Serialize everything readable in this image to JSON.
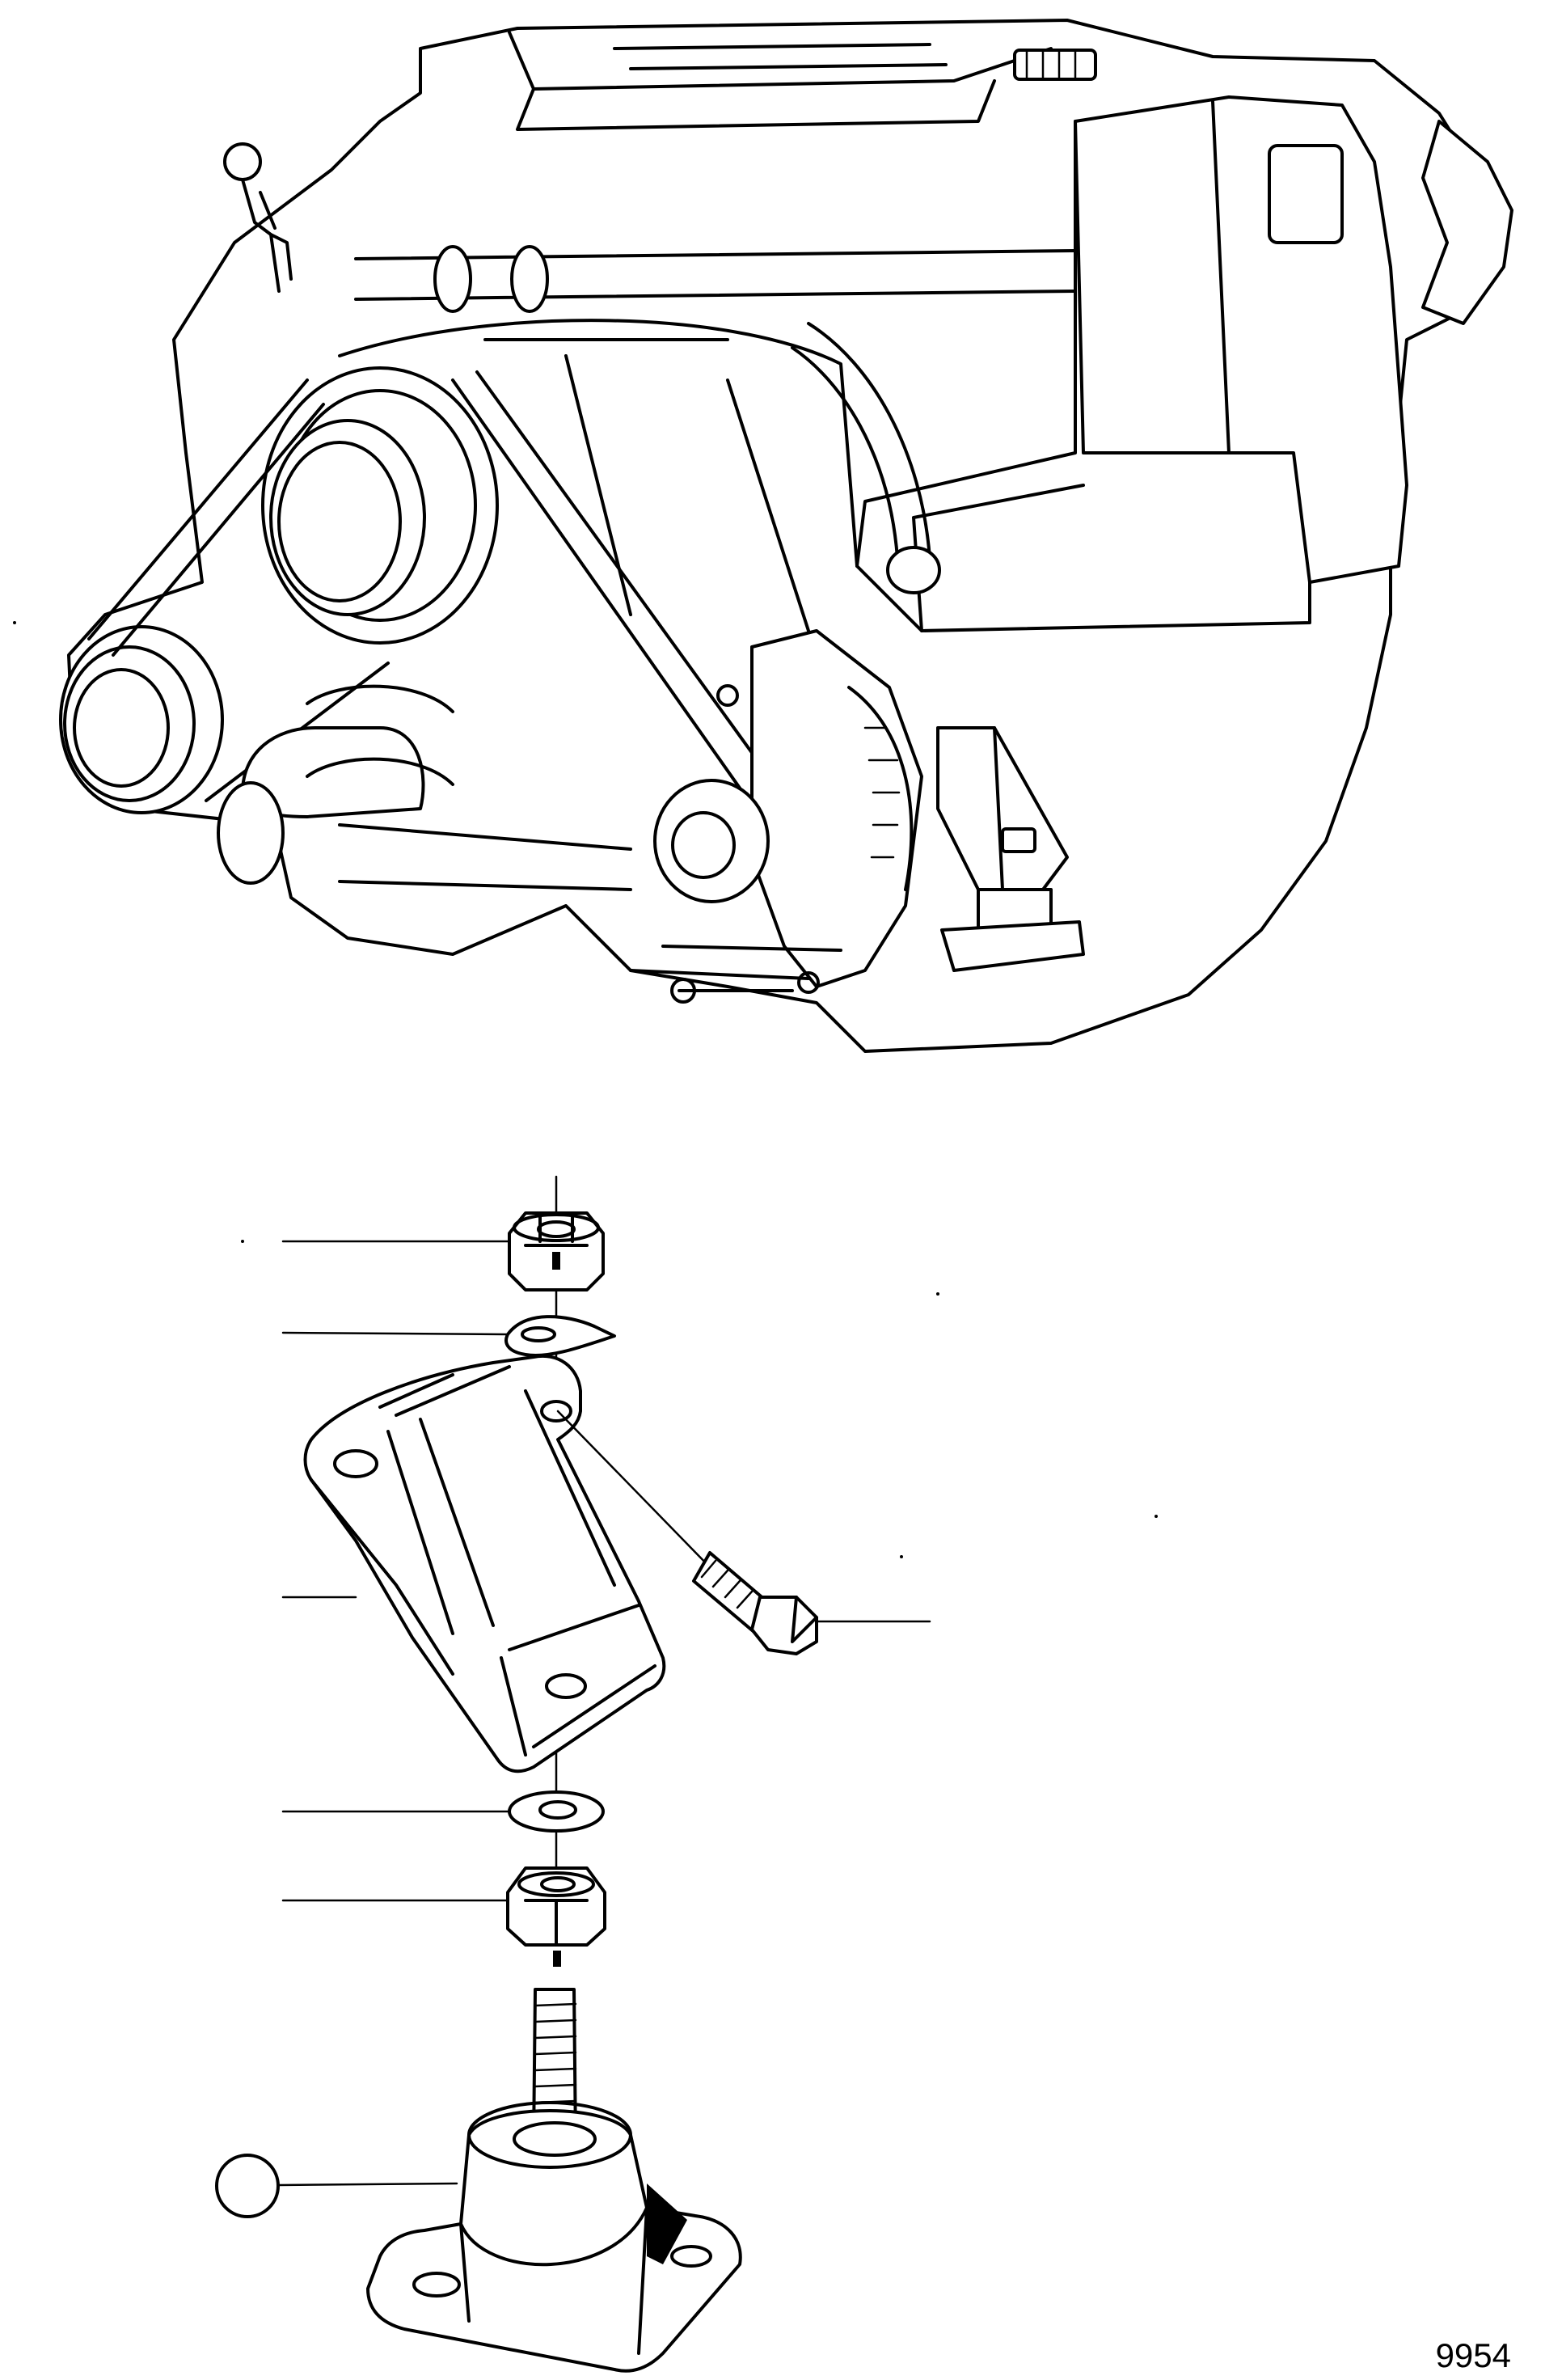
{
  "figure": {
    "number": "9954"
  },
  "callouts": [
    {
      "id": "nut-castle",
      "label": ""
    },
    {
      "id": "cotter-pin",
      "label": ""
    },
    {
      "id": "bracket",
      "label": ""
    },
    {
      "id": "bolt",
      "label": ""
    },
    {
      "id": "washer",
      "label": ""
    },
    {
      "id": "nut-hex",
      "label": ""
    },
    {
      "id": "mount",
      "label": ""
    }
  ]
}
